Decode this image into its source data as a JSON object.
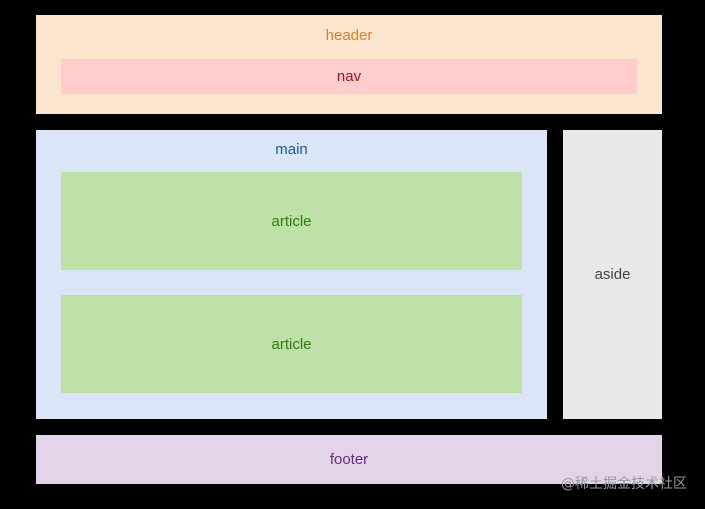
{
  "layout": {
    "header": {
      "label": "header",
      "color": "#fde4cc"
    },
    "nav": {
      "label": "nav",
      "color": "#fecdcc"
    },
    "main": {
      "label": "main",
      "color": "#dae6f7"
    },
    "articles": [
      {
        "label": "article",
        "color": "#bde1a6"
      },
      {
        "label": "article",
        "color": "#bde1a6"
      }
    ],
    "aside": {
      "label": "aside",
      "color": "#e8e8e8"
    },
    "footer": {
      "label": "footer",
      "color": "#e2d5e9"
    }
  },
  "watermark": "@稀土掘金技术社区"
}
